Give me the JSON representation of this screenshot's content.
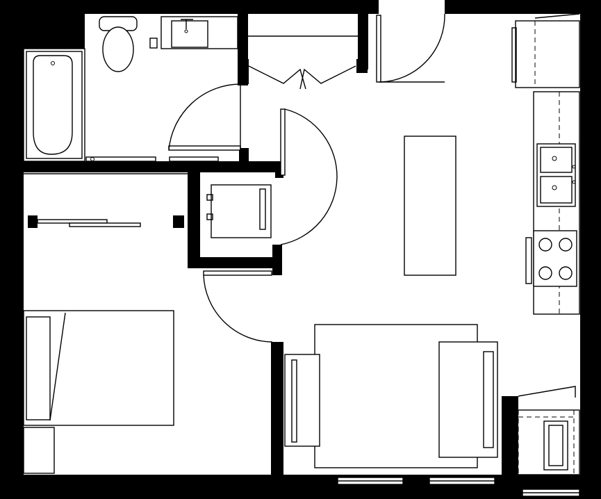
{
  "plan": {
    "colors": {
      "wall": "#000000",
      "line": "#000000",
      "background": "#ffffff"
    },
    "rooms": [
      "bathroom",
      "closet",
      "laundry",
      "bedroom",
      "living",
      "kitchen",
      "entry"
    ],
    "icons": [
      "bathtub-icon",
      "toilet-icon",
      "bathroom-sink-icon",
      "kitchen-sink-icon",
      "cooktop-icon",
      "refrigerator-icon",
      "bed-icon",
      "sofa-icon",
      "tv-console-icon",
      "kitchen-island-icon",
      "washer-dryer-icon",
      "closet-door-icon",
      "door-swing-icon",
      "sliding-door-icon",
      "balcony-icon",
      "window-icon"
    ]
  }
}
